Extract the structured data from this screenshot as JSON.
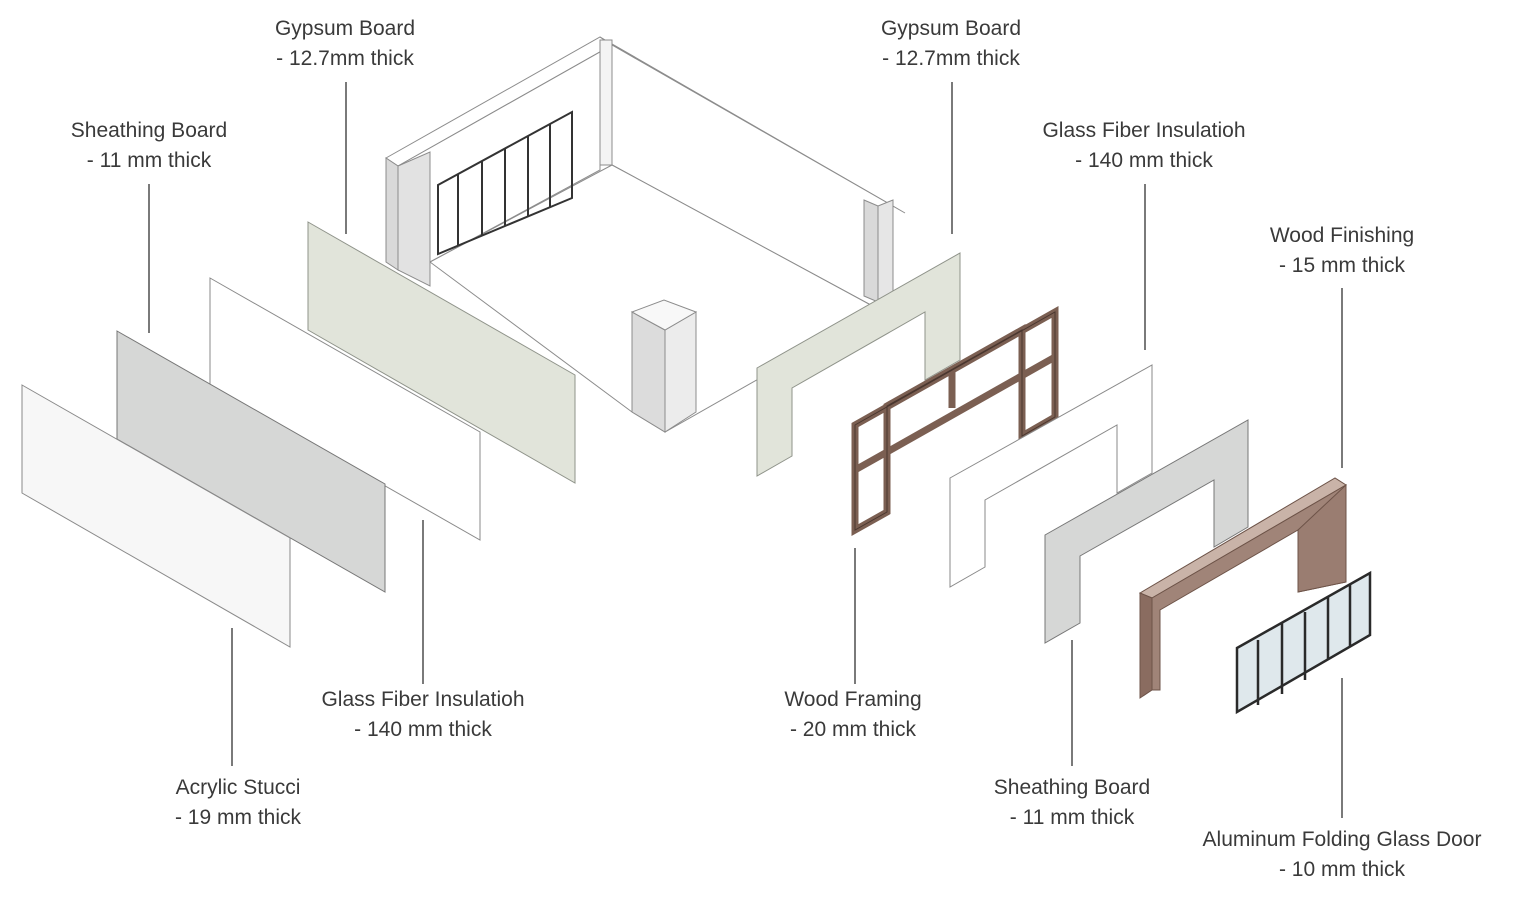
{
  "labels": {
    "gypsum_left": {
      "name": "Gypsum Board",
      "spec": "- 12.7mm thick"
    },
    "sheathing_left": {
      "name": "Sheathing Board",
      "spec": "- 11 mm thick"
    },
    "glass_fiber_left": {
      "name": "Glass Fiber Insulatioh",
      "spec": "- 140 mm thick"
    },
    "acrylic": {
      "name": "Acrylic Stucci",
      "spec": "- 19 mm thick"
    },
    "gypsum_right": {
      "name": "Gypsum Board",
      "spec": "- 12.7mm thick"
    },
    "glass_fiber_right": {
      "name": "Glass Fiber Insulatioh",
      "spec": "- 140 mm thick"
    },
    "wood_finishing": {
      "name": "Wood Finishing",
      "spec": "- 15 mm thick"
    },
    "wood_framing": {
      "name": "Wood Framing",
      "spec": "- 20 mm thick"
    },
    "sheathing_right": {
      "name": "Sheathing Board",
      "spec": "- 11 mm thick"
    },
    "aluminum_door": {
      "name": "Aluminum Folding Glass Door",
      "spec": "- 10 mm thick"
    }
  },
  "colors": {
    "gypsum": "#e1e4da",
    "sheathing": "#d6d7d6",
    "insulation": "#ffffff",
    "stucco": "#f7f7f7",
    "wood_framing": "#7b5f52",
    "wood_finishing": "#a08478",
    "glass": "#dfe8ec",
    "door_frame": "#2a2a2a"
  }
}
